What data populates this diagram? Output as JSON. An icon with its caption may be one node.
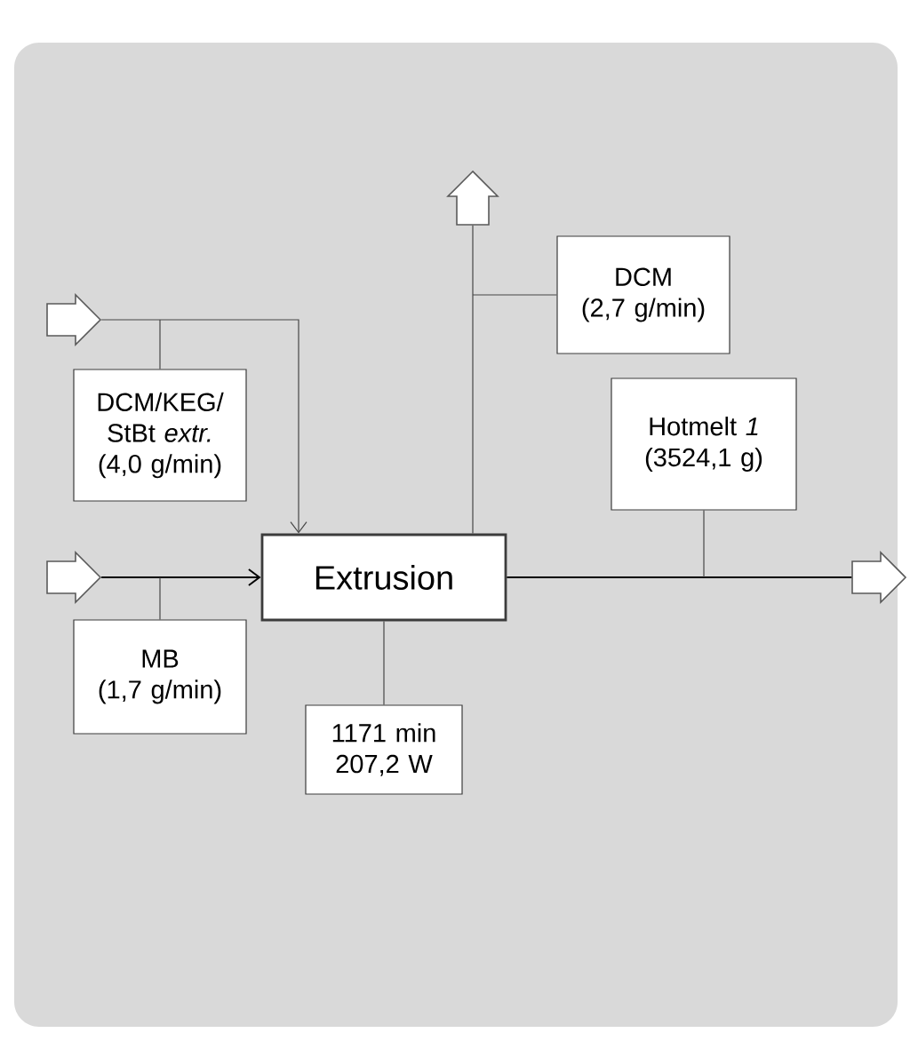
{
  "diagram": {
    "nodes": [
      {
        "text": [
          "Extrusion"
        ]
      },
      {
        "text": [
          "DCM/KEG/ StBt *extr.*",
          "(4,0 g/min)"
        ]
      },
      {
        "text": [
          "MB",
          "(1,7 g/min)"
        ]
      },
      {
        "text": [
          "DCM",
          "(2,7 g/min)"
        ]
      },
      {
        "text": [
          "Hotmelt *1*",
          "(3524,1 g)"
        ]
      },
      {
        "text": [
          "1171 min",
          "207,2 W"
        ]
      },
      {
        "text": [],
        "shape": "arrow"
      },
      {
        "text": [],
        "shape": "arrow"
      },
      {
        "text": [],
        "shape": "arrow"
      },
      {
        "text": [],
        "shape": "arrow"
      }
    ],
    "edges": [
      {
        "from": 6,
        "to": 0,
        "arrow": "to"
      },
      {
        "from": 7,
        "to": 0,
        "arrow": "to",
        "color": "#000000"
      },
      {
        "from": 0,
        "to": 8,
        "arrow": "none"
      },
      {
        "from": 0,
        "to": 9,
        "arrow": "none",
        "color": "#000000"
      },
      {
        "from": 1,
        "to": null,
        "arrow": "none"
      },
      {
        "from": 2,
        "to": null,
        "arrow": "none"
      },
      {
        "from": 3,
        "to": null,
        "arrow": "none"
      },
      {
        "from": 4,
        "to": null,
        "arrow": "none"
      },
      {
        "from": 5,
        "to": 0,
        "arrow": "none"
      }
    ]
  }
}
